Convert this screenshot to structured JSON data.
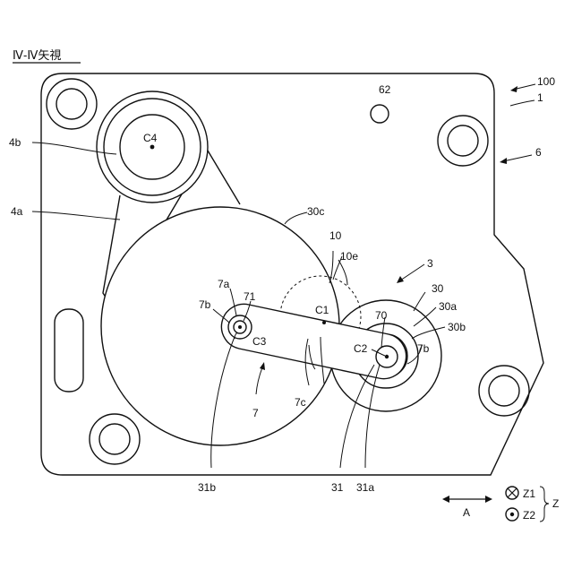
{
  "title": "Ⅳ-Ⅳ矢視",
  "labels": {
    "l100": "100",
    "l1": "1",
    "l6": "6",
    "l62": "62",
    "lC4": "C4",
    "l4b": "4b",
    "l4a": "4a",
    "l30c": "30c",
    "l10": "10",
    "l10e": "10e",
    "l3": "3",
    "l30": "30",
    "l30a": "30a",
    "l30b": "30b",
    "l7b_left": "7b",
    "l7a": "7a",
    "l71": "71",
    "lC3": "C3",
    "lC1": "C1",
    "l70": "70",
    "lC2": "C2",
    "l7b_right": "7b",
    "l7": "7",
    "l7c": "7c",
    "l31b": "31b",
    "l31": "31",
    "l31a": "31a"
  },
  "legend": {
    "direction": "A",
    "z1": "Z1",
    "z2": "Z2",
    "z": "Z"
  }
}
